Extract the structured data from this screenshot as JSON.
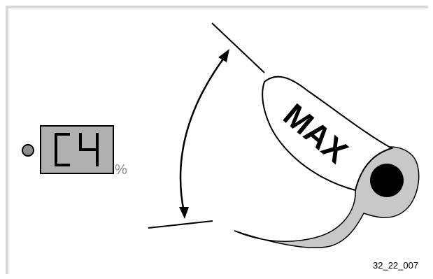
{
  "display": {
    "readout": "C4",
    "unit": "%",
    "lcd_bg": "#b0b0b0",
    "lcd_segment": "#000000",
    "indicator_led": "#8c8c8c"
  },
  "lever": {
    "label": "MAX",
    "lever_fill": "#c8c8c8",
    "pivot_color": "#000000"
  },
  "figure_ref": "32_22_007",
  "frame_color": "#d9d9d9"
}
